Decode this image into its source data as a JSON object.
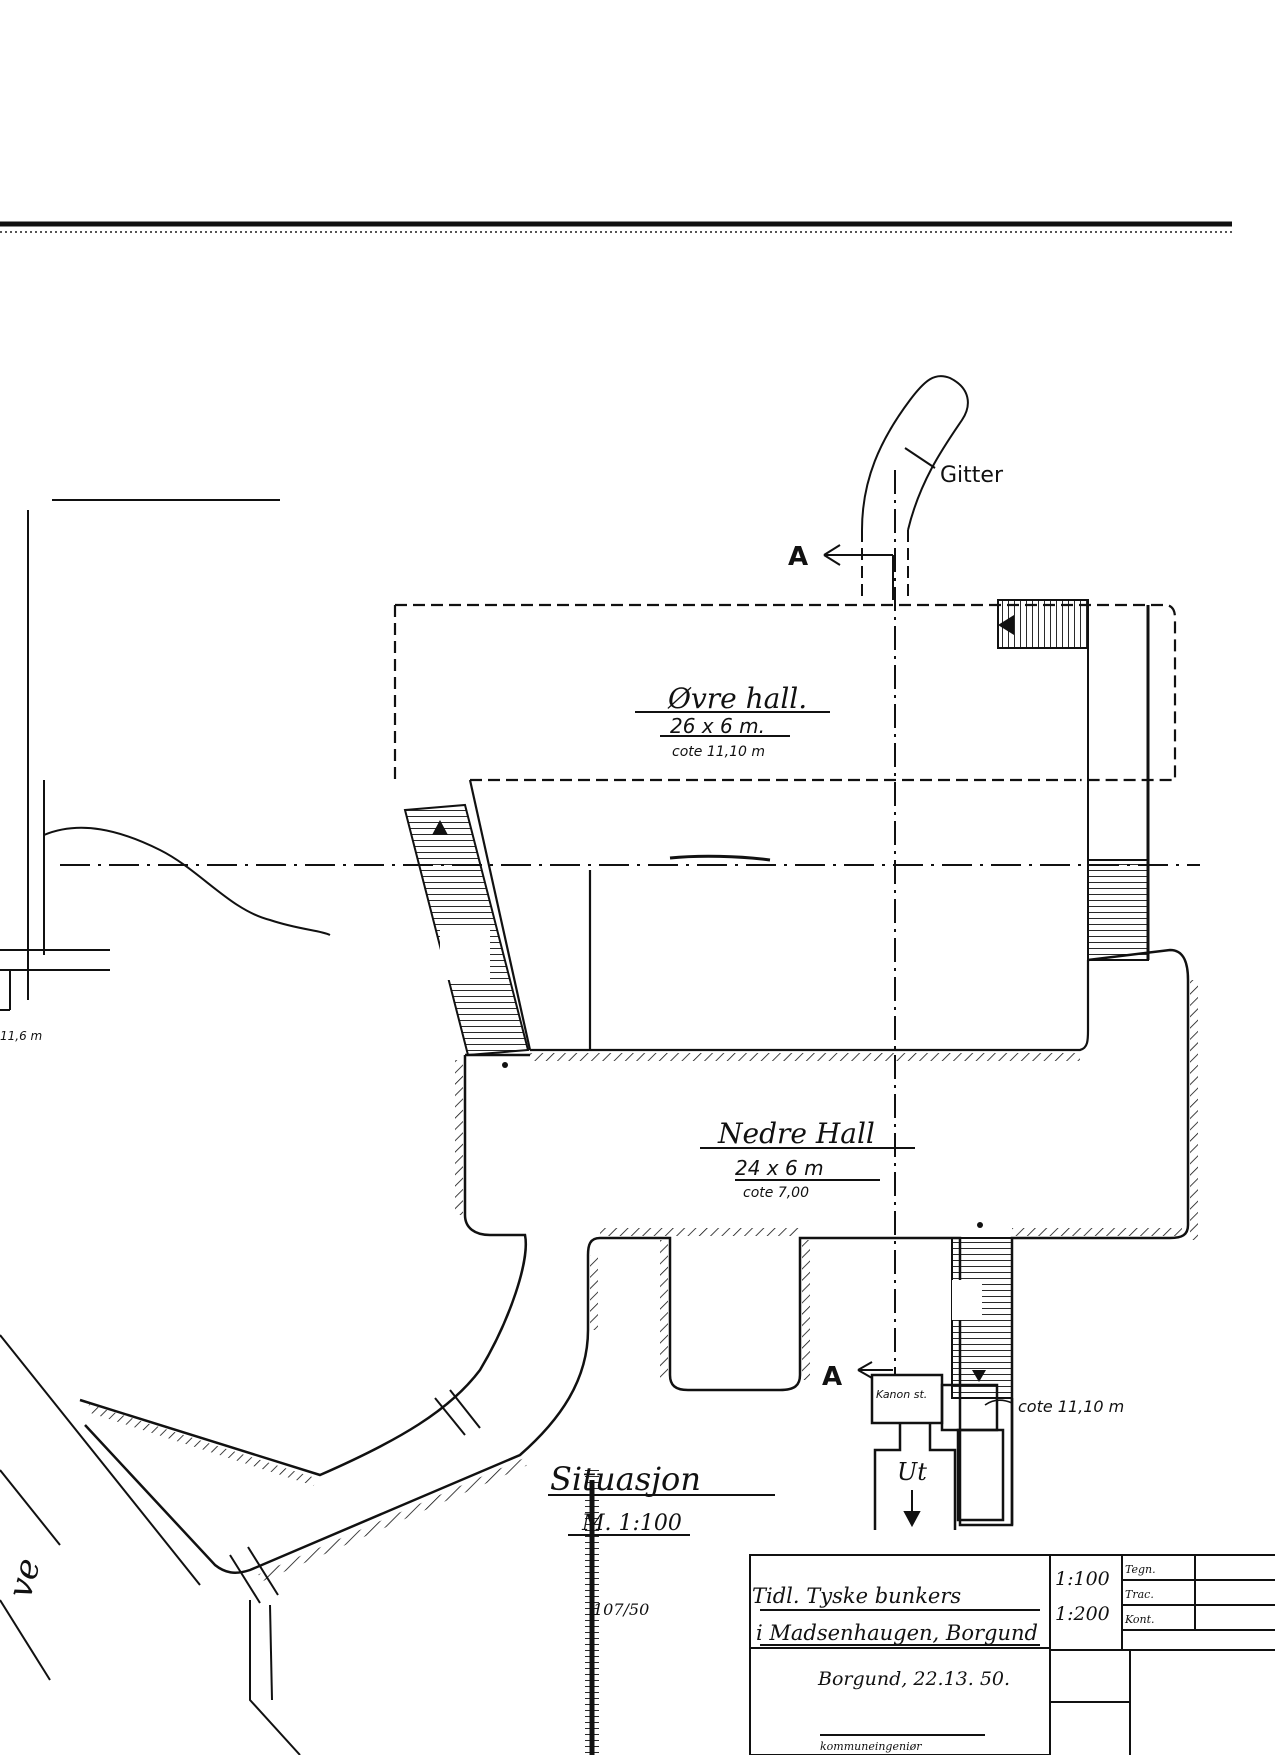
{
  "drawing": {
    "upper_hall": {
      "name": "Øvre hall.",
      "size": "26 x 6 m.",
      "level": "cote 11,10 m"
    },
    "lower_hall": {
      "name": "Nedre Hall",
      "size": "24 x 6 m",
      "level": "cote 7,00"
    },
    "gate_label": "Gitter",
    "section_marker_top": "A",
    "section_marker_bottom": "A",
    "gun_position_label": "Kanon st.",
    "stair_level": "cote 11,10 m",
    "exit_label": "Ut",
    "left_level_fragment": "11,6 m",
    "road_text_fragment": "ve",
    "situation_title": "Situasjon",
    "situation_scale": "M. 1:100",
    "stamp_text": "107/50",
    "colors": {
      "ink": "#111111",
      "paper": "#ffffff"
    }
  },
  "title_block": {
    "title_line1": "Tidl. Tyske bunkers",
    "title_line2": "i Madsenhaugen, Borgund",
    "place_date": "Borgund, 22.13. 50.",
    "role": "kommuneingeniør",
    "scale_1": "1:100",
    "scale_2": "1:200",
    "fields": [
      "Tegn.",
      "Trac.",
      "Kont."
    ]
  }
}
